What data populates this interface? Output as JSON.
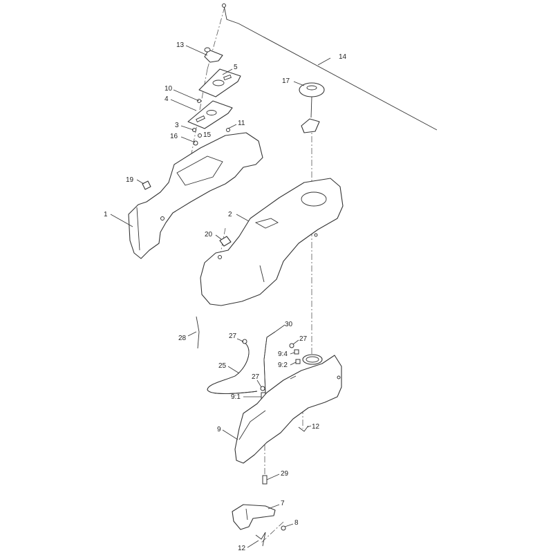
{
  "callouts": {
    "c1": "1",
    "c2": "2",
    "c3": "3",
    "c4": "4",
    "c5": "5",
    "c7": "7",
    "c8": "8",
    "c9": "9",
    "c9_1": "9:1",
    "c9_2": "9:2",
    "c9_4": "9:4",
    "c10": "10",
    "c11": "11",
    "c12_top": "12",
    "c12_bottom": "12",
    "c13": "13",
    "c14": "14",
    "c15": "15",
    "c16": "16",
    "c17": "17",
    "c19": "19",
    "c20": "20",
    "c25": "25",
    "c27_left": "27",
    "c27_right": "27",
    "c27_lower": "27",
    "c28": "28",
    "c29": "29",
    "c30": "30"
  },
  "colors": {
    "line": "#333333",
    "background": "#ffffff"
  }
}
